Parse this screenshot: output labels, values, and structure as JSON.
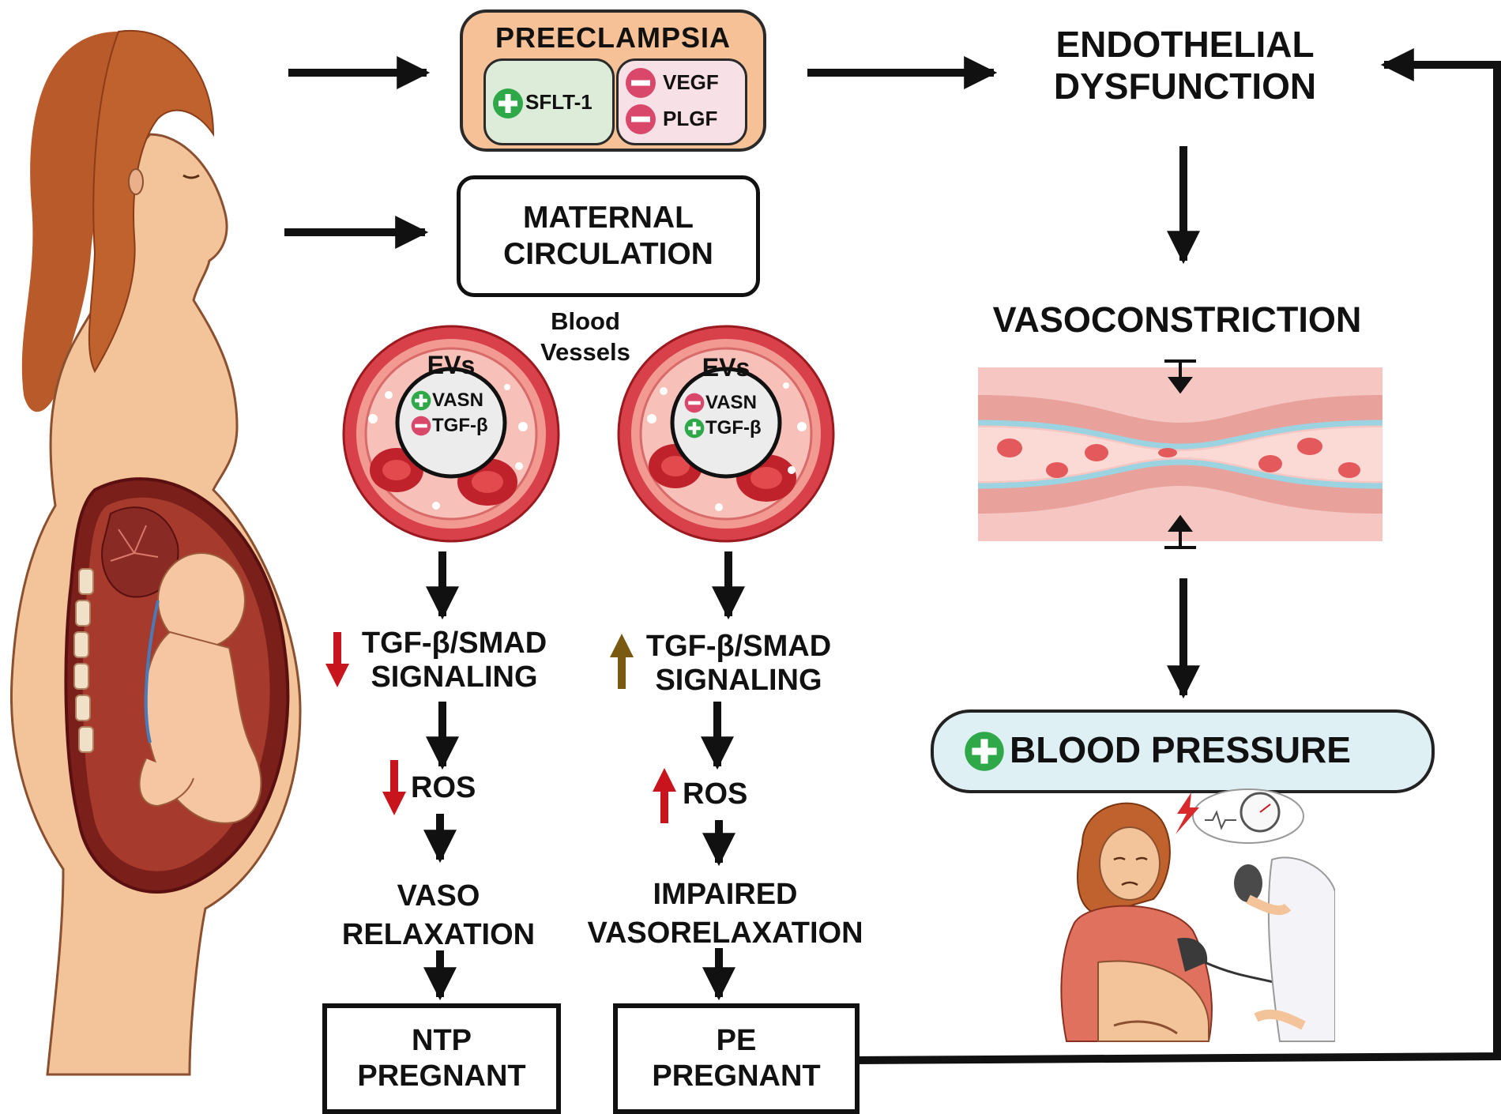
{
  "preeclampsia": {
    "title": "PREECLAMPSIA",
    "sflt1": "SFLT-1",
    "vegf": "VEGF",
    "plgf": "PLGF"
  },
  "maternal_circulation": {
    "line1": "MATERNAL",
    "line2": "CIRCULATION"
  },
  "blood_vessels": {
    "line1": "Blood",
    "line2": "Vessels"
  },
  "left_vessel": {
    "evs": "EVs",
    "vasn": "VASN",
    "tgf": "TGF-β"
  },
  "right_vessel": {
    "evs": "EVs",
    "vasn": "VASN",
    "tgf": "TGF-β"
  },
  "ntp_path": {
    "signal_line1": "TGF-β/SMAD",
    "signal_line2": "SIGNALING",
    "ros": "ROS",
    "outcome_line1": "VASO",
    "outcome_line2": "RELAXATION",
    "result_line1": "NTP",
    "result_line2": "PREGNANT"
  },
  "pe_path": {
    "signal_line1": "TGF-β/SMAD",
    "signal_line2": "SIGNALING",
    "ros": "ROS",
    "outcome_line1": "IMPAIRED",
    "outcome_line2": "VASORELAXATION",
    "result_line1": "PE",
    "result_line2": "PREGNANT"
  },
  "right_column": {
    "endo_line1": "ENDOTHELIAL",
    "endo_line2": "DYSFUNCTION",
    "vasoconstriction": "VASOCONSTRICTION",
    "blood_pressure": "BLOOD PRESSURE"
  },
  "colors": {
    "skin": "#f3c39a",
    "hair": "#c0622d",
    "preeclampsia_bg": "#f6c196",
    "plus_green": "#2fa84a",
    "minus_pink": "#d9486a",
    "arrow_red": "#c8141c",
    "arrow_olive": "#7a5a10",
    "bp_bg": "#dff0f5",
    "vessel_red": "#e46a6f"
  }
}
